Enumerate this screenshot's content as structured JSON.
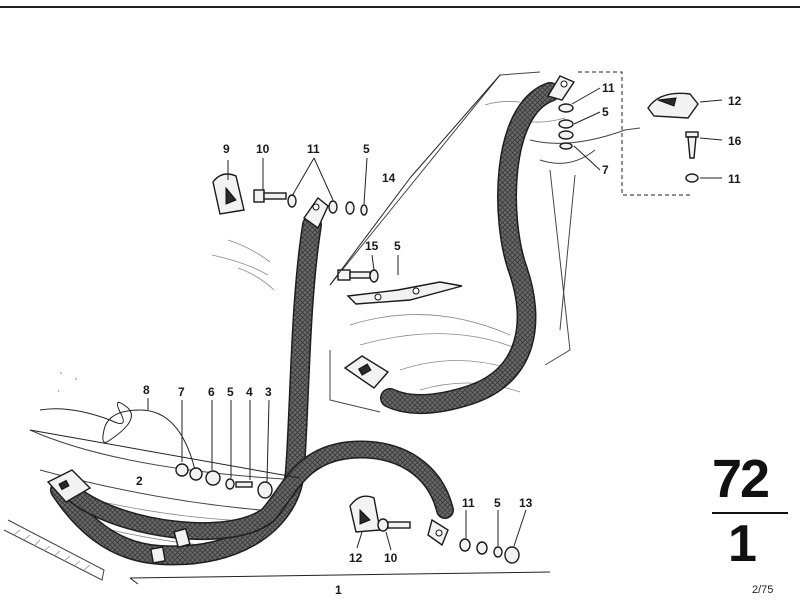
{
  "callouts": [
    {
      "id": "c9",
      "label": "9"
    },
    {
      "id": "c10a",
      "label": "10"
    },
    {
      "id": "c11a",
      "label": "11"
    },
    {
      "id": "c5a",
      "label": "5"
    },
    {
      "id": "c14",
      "label": "14"
    },
    {
      "id": "c15",
      "label": "15"
    },
    {
      "id": "c5b",
      "label": "5"
    },
    {
      "id": "c11b",
      "label": "11"
    },
    {
      "id": "c5c",
      "label": "5"
    },
    {
      "id": "c7a",
      "label": "7"
    },
    {
      "id": "c12a",
      "label": "12"
    },
    {
      "id": "c16",
      "label": "16"
    },
    {
      "id": "c11c",
      "label": "11"
    },
    {
      "id": "c8",
      "label": "8"
    },
    {
      "id": "c7b",
      "label": "7"
    },
    {
      "id": "c6",
      "label": "6"
    },
    {
      "id": "c5d",
      "label": "5"
    },
    {
      "id": "c4",
      "label": "4"
    },
    {
      "id": "c3",
      "label": "3"
    },
    {
      "id": "c2",
      "label": "2"
    },
    {
      "id": "c12b",
      "label": "12"
    },
    {
      "id": "c10b",
      "label": "10"
    },
    {
      "id": "c11d",
      "label": "11"
    },
    {
      "id": "c5e",
      "label": "5"
    },
    {
      "id": "c13",
      "label": "13"
    },
    {
      "id": "c1",
      "label": "1"
    }
  ],
  "group_code": {
    "major": "72",
    "minor": "1"
  },
  "issue_date": "2/75",
  "colors": {
    "belt": "#5e5e5e",
    "ink": "#1a1a1a",
    "paper": "#ffffff"
  }
}
